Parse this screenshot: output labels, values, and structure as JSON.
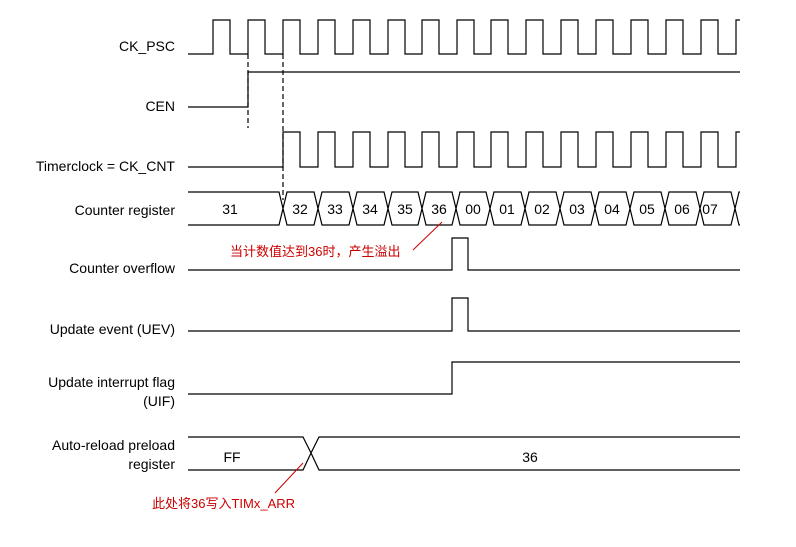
{
  "signals": [
    {
      "id": "ck_psc",
      "label": "CK_PSC"
    },
    {
      "id": "cen",
      "label": "CEN"
    },
    {
      "id": "timerclock",
      "label": "Timerclock = CK_CNT"
    },
    {
      "id": "counter_register",
      "label": "Counter register"
    },
    {
      "id": "counter_overflow",
      "label": "Counter overflow"
    },
    {
      "id": "uev",
      "label": "Update event (UEV)"
    },
    {
      "id": "uif",
      "label_line1": "Update interrupt flag",
      "label_line2": "(UIF)"
    },
    {
      "id": "arr",
      "label_line1": "Auto-reload preload",
      "label_line2": "register"
    }
  ],
  "counter_values": [
    "31",
    "32",
    "33",
    "34",
    "35",
    "36",
    "00",
    "01",
    "02",
    "03",
    "04",
    "05",
    "06",
    "07"
  ],
  "arr_values": [
    "FF",
    "36"
  ],
  "annotations": {
    "overflow_note": "当计数值达到36时，产生溢出",
    "arr_note": "此处将36写入TIMx_ARR"
  },
  "colors": {
    "waveform": "#000000",
    "annotation": "#cc0000"
  }
}
